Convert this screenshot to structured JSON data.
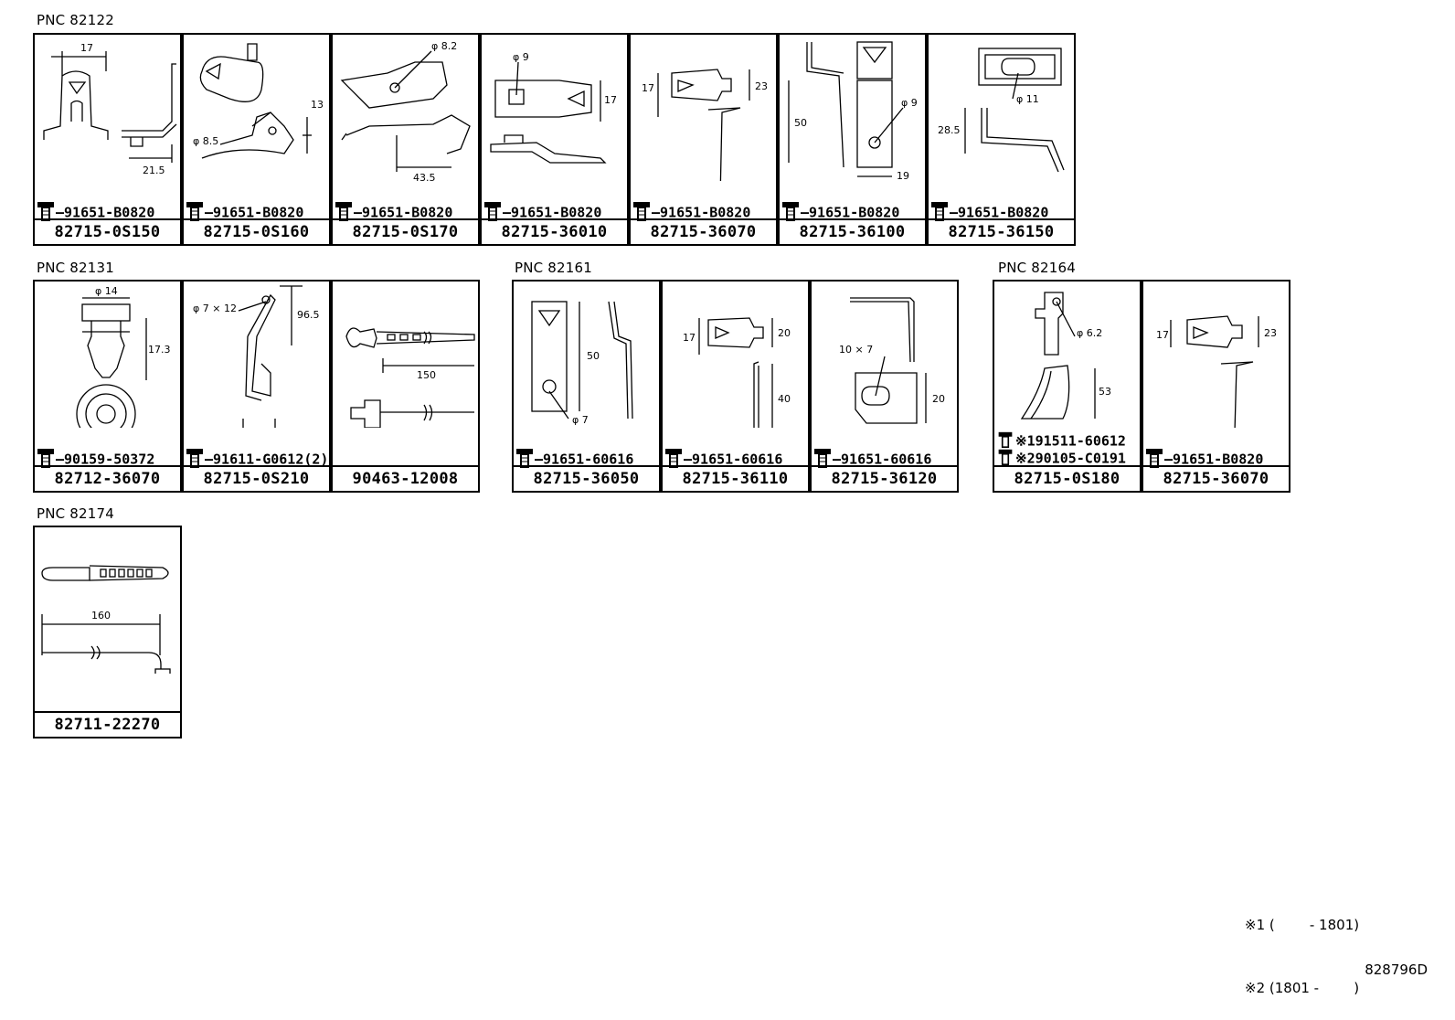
{
  "groups": [
    {
      "pnc": "PNC 82122",
      "cells": [
        {
          "bolt": "91651-B0820",
          "part": "82715-0S150",
          "dims": [
            "17",
            "21.5"
          ]
        },
        {
          "bolt": "91651-B0820",
          "part": "82715-0S160",
          "dims": [
            "13",
            "φ 8.5"
          ]
        },
        {
          "bolt": "91651-B0820",
          "part": "82715-0S170",
          "dims": [
            "φ 8.2",
            "43.5"
          ]
        },
        {
          "bolt": "91651-B0820",
          "part": "82715-36010",
          "dims": [
            "φ 9",
            "17"
          ]
        },
        {
          "bolt": "91651-B0820",
          "part": "82715-36070",
          "dims": [
            "17",
            "23"
          ]
        },
        {
          "bolt": "91651-B0820",
          "part": "82715-36100",
          "dims": [
            "50",
            "φ 9",
            "19"
          ]
        },
        {
          "bolt": "91651-B0820",
          "part": "82715-36150",
          "dims": [
            "φ 11",
            "28.5"
          ]
        }
      ]
    },
    {
      "pnc": "PNC 82131",
      "cells": [
        {
          "bolt": "90159-50372",
          "part": "82712-36070",
          "dims": [
            "φ 14",
            "17.3"
          ]
        },
        {
          "bolt": "91611-G0612(2)",
          "part": "82715-0S210",
          "dims": [
            "φ 7 × 12",
            "96.5"
          ]
        },
        {
          "bolt": "",
          "part": "90463-12008",
          "dims": [
            "150"
          ]
        }
      ]
    },
    {
      "pnc": "PNC 82161",
      "cells": [
        {
          "bolt": "91651-60616",
          "part": "82715-36050",
          "dims": [
            "50",
            "φ 7"
          ]
        },
        {
          "bolt": "91651-60616",
          "part": "82715-36110",
          "dims": [
            "17",
            "20",
            "40"
          ]
        },
        {
          "bolt": "91651-60616",
          "part": "82715-36120",
          "dims": [
            "10 × 7",
            "20"
          ]
        }
      ]
    },
    {
      "pnc": "PNC 82164",
      "cells": [
        {
          "bolt": "※191511-60612",
          "bolt2": "※290105-C0191",
          "part": "82715-0S180",
          "dims": [
            "φ 6.2",
            "53"
          ]
        },
        {
          "bolt": "91651-B0820",
          "part": "82715-36070",
          "dims": [
            "17",
            "23"
          ]
        }
      ]
    },
    {
      "pnc": "PNC 82174",
      "cells": [
        {
          "bolt": "",
          "part": "82711-22270",
          "dims": [
            "160"
          ]
        }
      ]
    }
  ],
  "notes": [
    "※1 (        - 1801)",
    "※2 (1801 -        )"
  ],
  "diagram_code": "828796D"
}
